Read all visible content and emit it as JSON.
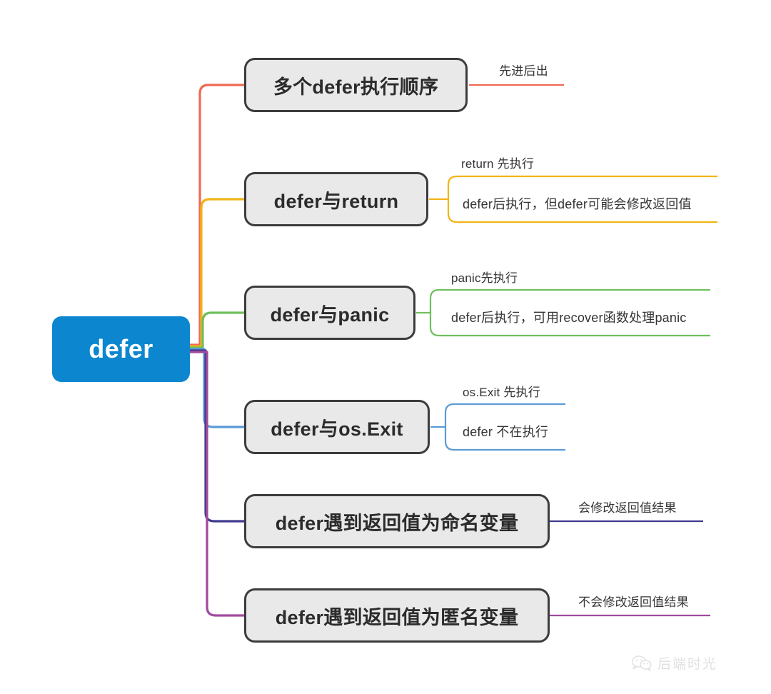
{
  "diagram": {
    "type": "mindmap",
    "title": "defer",
    "root": {
      "label": "defer",
      "color": "#0d86d0",
      "text_color": "#ffffff"
    },
    "branches": [
      {
        "label": "多个defer执行顺序",
        "color": "#ee6a55",
        "leaves": [
          "先进后出"
        ]
      },
      {
        "label": "defer与return",
        "color": "#f2b417",
        "leaves": [
          "return 先执行",
          "defer后执行，但defer可能会修改返回值"
        ]
      },
      {
        "label": "defer与panic",
        "color": "#6fbf5e",
        "leaves": [
          "panic先执行",
          "defer后执行，可用recover函数处理panic"
        ]
      },
      {
        "label": "defer与os.Exit",
        "color": "#5b9bd5",
        "leaves": [
          "os.Exit 先执行",
          "defer 不在执行"
        ]
      },
      {
        "label": "defer遇到返回值为命名变量",
        "color": "#3f3a8f",
        "leaves": [
          "会修改返回值结果"
        ]
      },
      {
        "label": "defer遇到返回值为匿名变量",
        "color": "#a04a9e",
        "leaves": [
          "不会修改返回值结果"
        ]
      }
    ]
  },
  "watermark": {
    "label": "后端时光",
    "icon": "wechat-icon"
  }
}
